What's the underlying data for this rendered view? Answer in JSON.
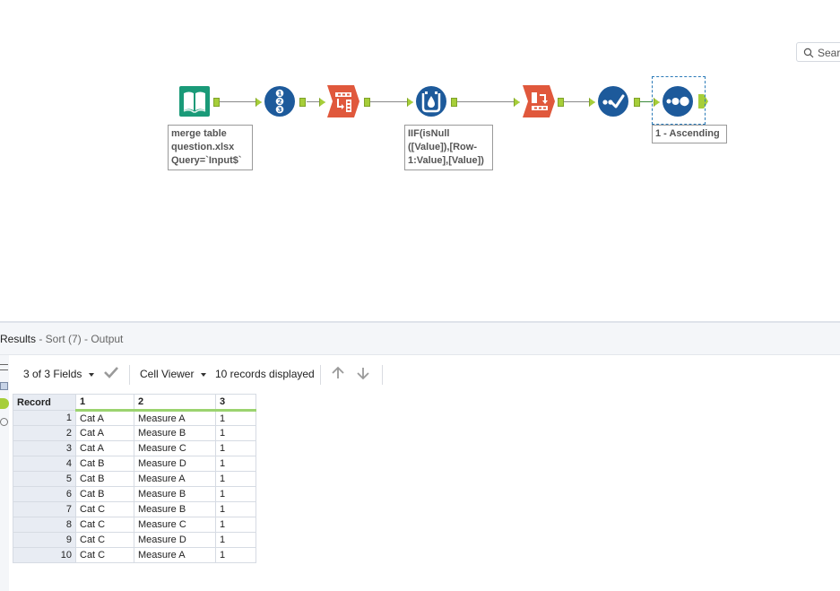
{
  "workflow": {
    "annotations": {
      "input": "merge table\nquestion.xlsx\nQuery=`Input$`",
      "formula": "IIF(isNull\n([Value]),[Row-\n1:Value],[Value])",
      "sort": "1 - Ascending"
    },
    "tools": [
      {
        "name": "input-data-tool",
        "icon": "book-icon",
        "color": "#1a9a78"
      },
      {
        "name": "record-id-tool",
        "icon": "numbered-list-icon",
        "color": "#1d5a9b"
      },
      {
        "name": "transpose-tool",
        "icon": "transpose-icon",
        "color": "#e0583c"
      },
      {
        "name": "multi-row-formula-tool",
        "icon": "multi-row-formula-icon",
        "color": "#1d5a9b"
      },
      {
        "name": "cross-tab-tool",
        "icon": "cross-tab-icon",
        "color": "#e0583c"
      },
      {
        "name": "select-tool",
        "icon": "checkmark-icon",
        "color": "#1d5a9b"
      },
      {
        "name": "sort-tool",
        "icon": "sort-dots-icon",
        "color": "#1d5a9b"
      }
    ]
  },
  "results": {
    "label": "Results",
    "subtitle": " - Sort (7) - Output",
    "fields_label": "3 of 3 Fields",
    "viewer_label": "Cell Viewer",
    "records_label": "10 records displayed",
    "search_placeholder": "Searc",
    "columns": [
      "Record",
      "1",
      "2",
      "3"
    ],
    "rows": [
      [
        "1",
        "Cat A",
        "Measure A",
        "1"
      ],
      [
        "2",
        "Cat A",
        "Measure B",
        "1"
      ],
      [
        "3",
        "Cat A",
        "Measure C",
        "1"
      ],
      [
        "4",
        "Cat B",
        "Measure D",
        "1"
      ],
      [
        "5",
        "Cat B",
        "Measure A",
        "1"
      ],
      [
        "6",
        "Cat B",
        "Measure B",
        "1"
      ],
      [
        "7",
        "Cat C",
        "Measure B",
        "1"
      ],
      [
        "8",
        "Cat C",
        "Measure C",
        "1"
      ],
      [
        "9",
        "Cat C",
        "Measure D",
        "1"
      ],
      [
        "10",
        "Cat C",
        "Measure A",
        "1"
      ]
    ]
  },
  "colors": {
    "port": "#a6ce39",
    "header_underline": "#9bd36f",
    "record_col_bg": "#e8ecf3"
  }
}
